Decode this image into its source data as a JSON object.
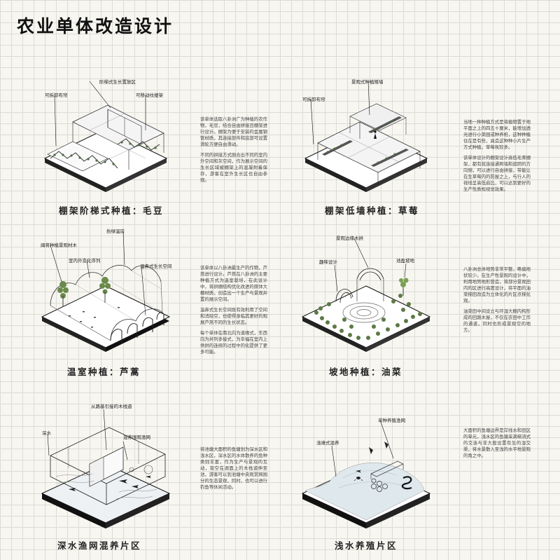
{
  "title": "农业单体改造设计",
  "panels": [
    {
      "caption": "棚架阶梯式种植：毛豆",
      "callouts": [
        "阶梯式生长置放区",
        "可拆卸布帘",
        "可移动纹搂架"
      ],
      "paragraphs": [
        "该单体选取八卦洲广为种植的农作物，毛豆，结合自由拼接且棚架进行设计。棚架为便于安装的金属钢管材质，其连接部件和底部可设置滑轮方便自由滑动。",
        "不同的拼接方式围合出不同的室内外空间和灰空间，作为展示空间的生长区域被棚架上的混凝附着保存，游客在室外生长区也自由参观。"
      ]
    },
    {
      "caption": "棚架低墙种植：草莓",
      "callouts": [
        "景观式种植矮墙",
        "可拆卸布帘"
      ],
      "paragraphs": [
        "当地一种种植方式是将植物置于地平面之上的四五十厘米，能增加透光进行小菜园或种养桩，这种种植住在是有些，具造这种种小片生产方式种植，草莓氛较多。",
        "该单体设计的棚架设计高低毛茸棚架，都有就连接通照墙和遮阴的方向侧，可以进行自由拼接，带能让在生草莓内的防屋之上，与行人的视线呈高低启比，可以达到更好的生产性质规视觉效果。"
      ]
    },
    {
      "caption": "温室种植：芦蒿",
      "callouts": [
        "抬绿温房",
        "闽蒋种植景观材木",
        "室内外变化序列",
        "温鼻式生长空间"
      ],
      "paragraphs": [
        "该单体以八卦洲最生产的作物，芦蒿进行设计。芦蒿在八卦洲的主要种植方式为温室栽培，在此设计中，将拱棚结构优化改进的原体大棚材质，创造出一个生产与景观并置的展示空间。",
        "温鼻式生长空间既有效利用了空间和消除空，也使得身临其更好的观展芦蒿不同的生长状态。",
        "每个单体在南北向为道缘式，东西向为并列多接式，为幸福在室内上供拱的连续的过程中的化提供了更多可能。"
      ]
    },
    {
      "caption": "坡地种植：油菜",
      "callouts": [
        "景观边缘木拱",
        "趣味设计",
        "池盈坡地"
      ],
      "paragraphs": [
        "八卦洲总体地势非常平整，略偏地状较少。在生产性景观的设计中，利用地势地形营造，将部分景观田内的区进行高度设计，将平面的油菜梯田改造为立体化的片区点梯化观。",
        "油菜田中间设立与环湿大棚内构形成的回路木屋，不仅在农田中工作的通道，同时也形成景观空的地方。"
      ]
    },
    {
      "caption": "深水渔网混养片区",
      "callouts": [
        "从路基引接的木栈道",
        "深水",
        "混养围观渔网"
      ],
      "paragraphs": [
        "将池塘大面积的鱼塘划为深水区和浅水区，深水区的水体散养的鱼种类则丰富，作为生产与景观的互动，架空在湖面上的木栈道伸至池，游客可以到池塘中央观赏网围分的生态景观，同时，也可以进行钓鱼等休闲活动。"
      ]
    },
    {
      "caption": "浅水养殖片区",
      "callouts": [
        "单种养殖渔网",
        "浅滩式混养"
      ],
      "paragraphs": [
        "大面积的鱼塘边界是岸线水和田区的单元，浅水区的鱼塘采满梯流式的交连与非大般设置有生的湿交渠，将水景散入至浅的水平地景观的角之中。"
      ]
    }
  ]
}
